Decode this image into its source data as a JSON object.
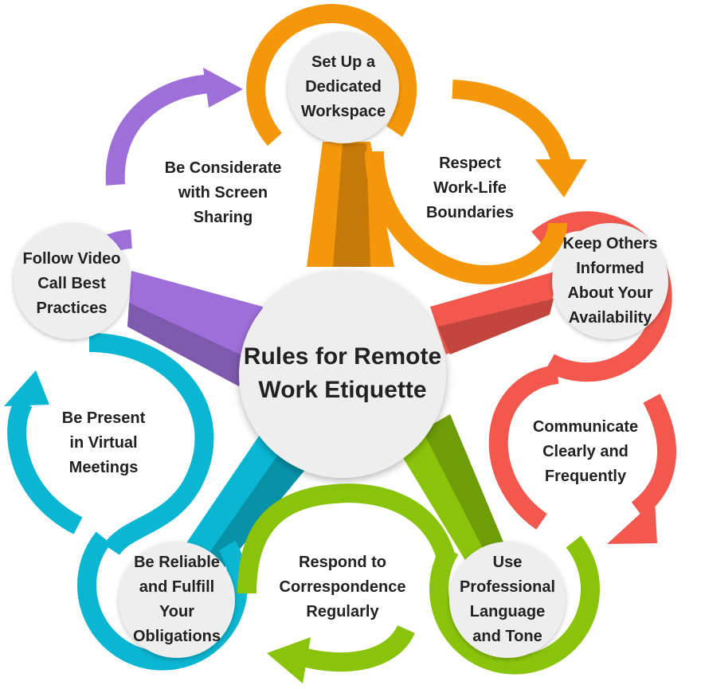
{
  "title": [
    "Rules for Remote",
    "Work Etiquette"
  ],
  "colors": {
    "orange": "#f5970a",
    "red": "#f2584d",
    "green": "#8ac40a",
    "cyan": "#0ab6d2",
    "purple": "#9e6fd9",
    "node_fill": "#eeeeee"
  },
  "nodes": [
    {
      "id": "workspace",
      "lines": [
        "Set Up a",
        "Dedicated",
        "Workspace"
      ]
    },
    {
      "id": "availability",
      "lines": [
        "Keep Others",
        "Informed",
        "About Your",
        "Availability"
      ]
    },
    {
      "id": "language",
      "lines": [
        "Use",
        "Professional",
        "Language",
        "and Tone"
      ]
    },
    {
      "id": "obligations",
      "lines": [
        "Be Reliable",
        "and Fulfill",
        "Your",
        "Obligations"
      ]
    },
    {
      "id": "video-call",
      "lines": [
        "Follow Video",
        "Call Best",
        "Practices"
      ]
    }
  ],
  "arrow_labels": [
    {
      "id": "work-life",
      "lines": [
        "Respect",
        "Work-Life",
        "Boundaries"
      ]
    },
    {
      "id": "communicate",
      "lines": [
        "Communicate",
        "Clearly and",
        "Frequently"
      ]
    },
    {
      "id": "respond",
      "lines": [
        "Respond to",
        "Correspondence",
        "Regularly"
      ]
    },
    {
      "id": "present",
      "lines": [
        "Be Present",
        "in Virtual",
        "Meetings"
      ]
    },
    {
      "id": "screen-sharing",
      "lines": [
        "Be Considerate",
        "with Screen",
        "Sharing"
      ]
    }
  ]
}
